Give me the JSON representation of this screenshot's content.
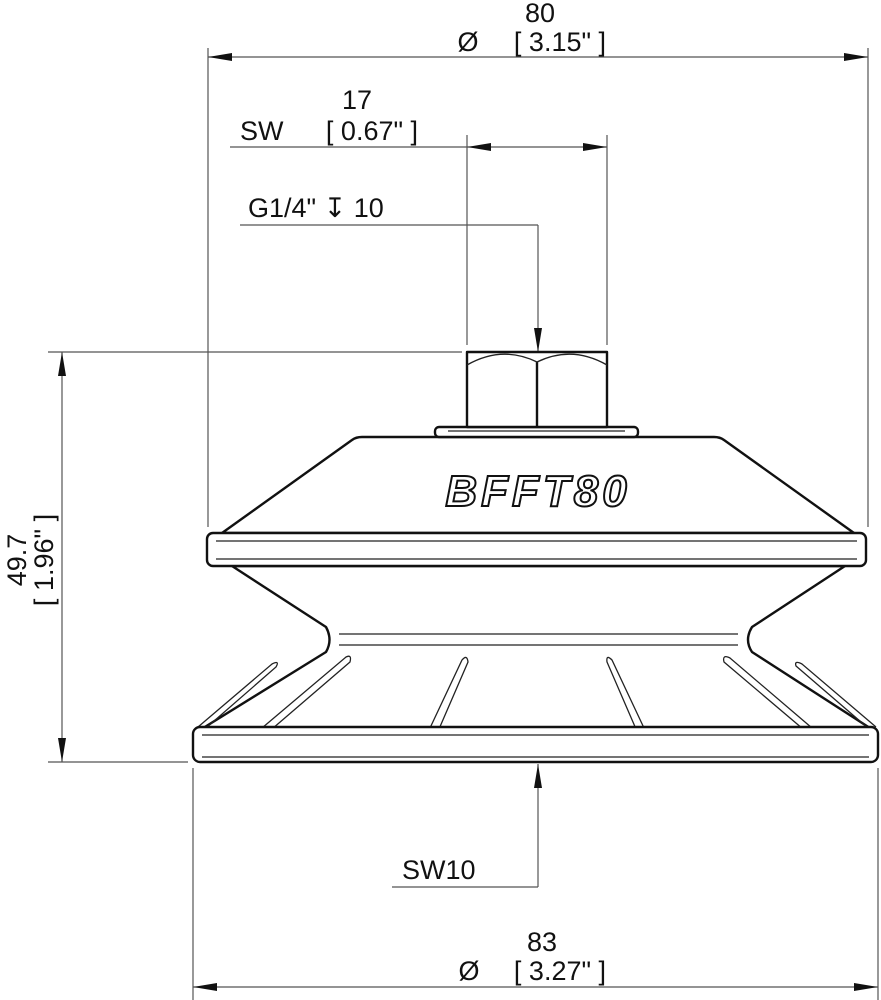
{
  "drawing": {
    "part_label": "BFFT80",
    "dimensions": {
      "outer_top_diameter": {
        "value_mm": "80",
        "symbol": "Ø",
        "value_in": "[ 3.15\" ]"
      },
      "wrench_size_top": {
        "prefix": "SW",
        "value_mm": "17",
        "value_in": "[ 0.67\" ]"
      },
      "thread": {
        "label": "G1/4\" ↧ 10"
      },
      "height": {
        "value_mm": "49.7",
        "value_in": "[ 1.96\" ]"
      },
      "wrench_size_bottom": {
        "label": "SW10"
      },
      "outer_bottom_diameter": {
        "value_mm": "83",
        "symbol": "Ø",
        "value_in": "[ 3.27\" ]"
      }
    }
  },
  "colors": {
    "line": "#111111",
    "dimension_line": "#555555",
    "background": "#ffffff"
  }
}
